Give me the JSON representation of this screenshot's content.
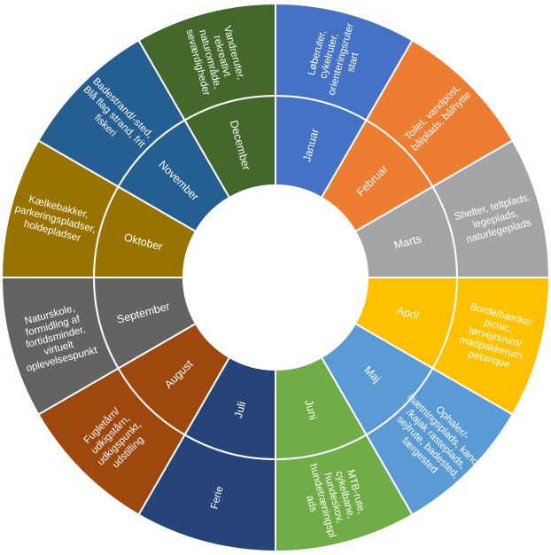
{
  "chart_data": {
    "type": "sunburst",
    "title": "",
    "segments": [
      {
        "month": "Januar",
        "activity": [
          "Løberuter,",
          "cykelruter,",
          "orienteringsruter",
          "start"
        ],
        "color": "#4472C4"
      },
      {
        "month": "Februar",
        "activity": [
          "Toilet, vandpost,",
          "bålplads, bålhytte"
        ],
        "color": "#ED7D31"
      },
      {
        "month": "Marts",
        "activity": [
          "Shelter, teltplads,",
          "legeplads,",
          "naturlegeplads"
        ],
        "color": "#A5A5A5"
      },
      {
        "month": "April",
        "activity": [
          "Borde/bænke/",
          "picnic,",
          "tørvejrsrum/",
          "madpakkerum,",
          "petanque"
        ],
        "color": "#FFC000"
      },
      {
        "month": "Maj",
        "activity": [
          "Ophaler/-",
          "isætningsplads, kano-",
          "/kajak rasteplads,",
          "sejlrute, badested,",
          "færgested"
        ],
        "color": "#5B9BD5"
      },
      {
        "month": "Juni",
        "activity": [
          "MTB-rute,",
          "cykelbane,",
          "hundeskov,",
          "hundetræningspl",
          "ads"
        ],
        "color": "#70AD47"
      },
      {
        "month": "Juli",
        "activity": [
          "Ferie"
        ],
        "color": "#264478"
      },
      {
        "month": "August",
        "activity": [
          "Fugletårn/",
          "udkigstårn,",
          "udkigspunkt,",
          "udstilling"
        ],
        "color": "#9E480E"
      },
      {
        "month": "September",
        "activity": [
          "Naturskole,",
          "formidling af",
          "fortidsminder,",
          "virtuelt",
          "oplevelsespunkt"
        ],
        "color": "#636363"
      },
      {
        "month": "Oktober",
        "activity": [
          "Kælkebakker,",
          "parkeringspladser,",
          "holdepladser"
        ],
        "color": "#997300"
      },
      {
        "month": "November",
        "activity": [
          "Badestrand/-sted,",
          "Blå flag strand, frit",
          "fiskeri"
        ],
        "color": "#255E91"
      },
      {
        "month": "December",
        "activity": [
          "Vandreruter,",
          "rekreativt",
          "naturområde,",
          "seværdigheder"
        ],
        "color": "#43682B"
      }
    ]
  }
}
